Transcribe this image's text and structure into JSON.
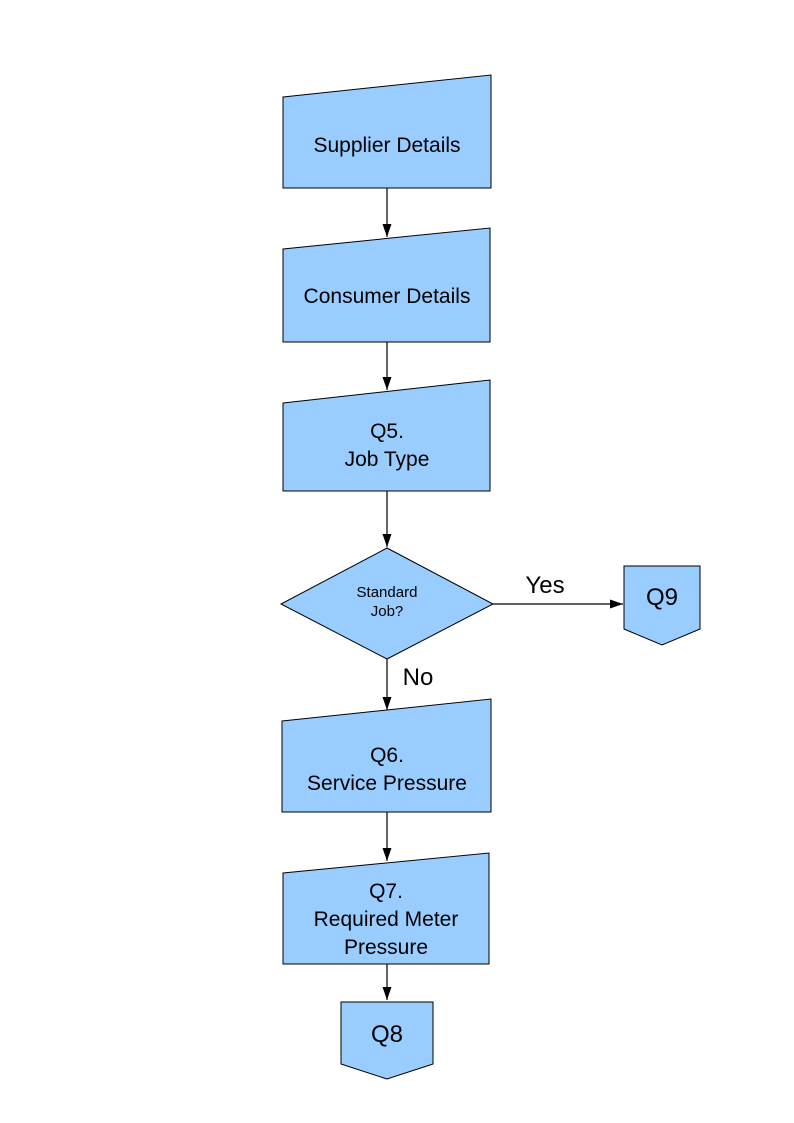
{
  "page": {
    "background_color": "#ffffff"
  },
  "diagram": {
    "type": "flowchart",
    "colors": {
      "node_fill": "#99ccff",
      "node_border": "#000000",
      "text": "#000000"
    },
    "nodes": {
      "supplier": {
        "shape": "manual-input",
        "label": "Supplier Details"
      },
      "consumer": {
        "shape": "manual-input",
        "label": "Consumer Details"
      },
      "q5": {
        "shape": "manual-input",
        "line1": "Q5.",
        "line2": "Job Type"
      },
      "standard_job": {
        "shape": "decision",
        "line1": "Standard",
        "line2": "Job?"
      },
      "q9": {
        "shape": "off-page-connector",
        "label": "Q9"
      },
      "q6": {
        "shape": "manual-input",
        "line1": "Q6.",
        "line2": "Service Pressure"
      },
      "q7": {
        "shape": "manual-input",
        "line1": "Q7.",
        "line2": "Required Meter",
        "line3": "Pressure"
      },
      "q8": {
        "shape": "off-page-connector",
        "label": "Q8"
      }
    },
    "edge_labels": {
      "yes": "Yes",
      "no": "No"
    }
  }
}
